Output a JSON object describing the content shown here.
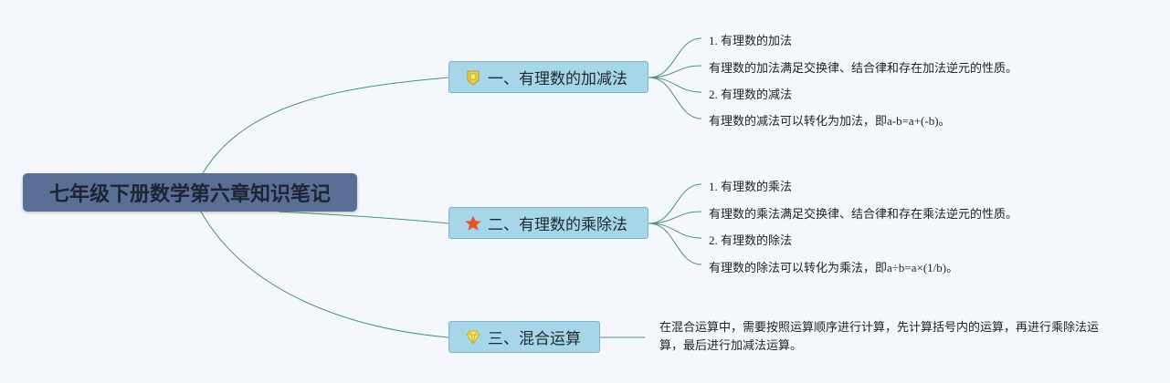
{
  "root": {
    "title": "七年级下册数学第六章知识笔记"
  },
  "colors": {
    "root_bg": "#5b6f96",
    "branch_bg": "#a6d6e8",
    "line": "#4f8f7d",
    "background": "#f4f8fc"
  },
  "branches": [
    {
      "label": "一、有理数的加减法",
      "icon": "badge-icon",
      "items": [
        "1. 有理数的加法",
        "有理数的加法满足交换律、结合律和存在加法逆元的性质。",
        "2. 有理数的减法",
        "有理数的减法可以转化为加法，即a-b=a+(-b)。"
      ]
    },
    {
      "label": "二、有理数的乘除法",
      "icon": "star-icon",
      "items": [
        "1. 有理数的乘法",
        "有理数的乘法满足交换律、结合律和存在乘法逆元的性质。",
        "2. 有理数的除法",
        "有理数的除法可以转化为乘法，即a÷b=a×(1/b)。"
      ]
    },
    {
      "label": "三、混合运算",
      "icon": "diamond-icon",
      "text": "在混合运算中，需要按照运算顺序进行计算，先计算括号内的运算，再进行乘除法运算，最后进行加减法运算。"
    }
  ]
}
